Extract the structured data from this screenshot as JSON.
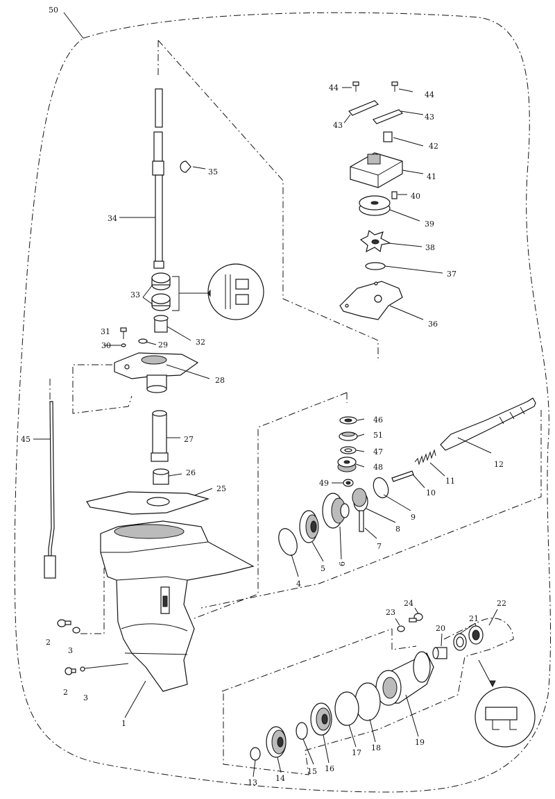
{
  "diagram": {
    "type": "exploded-parts-diagram",
    "callouts": [
      {
        "id": "c50",
        "label": "50"
      },
      {
        "id": "c44a",
        "label": "44"
      },
      {
        "id": "c44b",
        "label": "44"
      },
      {
        "id": "c43a",
        "label": "43"
      },
      {
        "id": "c43b",
        "label": "43"
      },
      {
        "id": "c42",
        "label": "42"
      },
      {
        "id": "c41",
        "label": "41"
      },
      {
        "id": "c40",
        "label": "40"
      },
      {
        "id": "c39",
        "label": "39"
      },
      {
        "id": "c38",
        "label": "38"
      },
      {
        "id": "c37",
        "label": "37"
      },
      {
        "id": "c36",
        "label": "36"
      },
      {
        "id": "c35",
        "label": "35"
      },
      {
        "id": "c34",
        "label": "34"
      },
      {
        "id": "c33",
        "label": "33"
      },
      {
        "id": "c32",
        "label": "32"
      },
      {
        "id": "c31",
        "label": "31"
      },
      {
        "id": "c30",
        "label": "30"
      },
      {
        "id": "c29",
        "label": "29"
      },
      {
        "id": "c28",
        "label": "28"
      },
      {
        "id": "c27",
        "label": "27"
      },
      {
        "id": "c26",
        "label": "26"
      },
      {
        "id": "c25",
        "label": "25"
      },
      {
        "id": "c45",
        "label": "45"
      },
      {
        "id": "c46",
        "label": "46"
      },
      {
        "id": "c51",
        "label": "51"
      },
      {
        "id": "c47",
        "label": "47"
      },
      {
        "id": "c48",
        "label": "48"
      },
      {
        "id": "c49",
        "label": "49"
      },
      {
        "id": "c12",
        "label": "12"
      },
      {
        "id": "c11",
        "label": "11"
      },
      {
        "id": "c10",
        "label": "10"
      },
      {
        "id": "c9",
        "label": "9"
      },
      {
        "id": "c8",
        "label": "8"
      },
      {
        "id": "c7",
        "label": "7"
      },
      {
        "id": "c6",
        "label": "6"
      },
      {
        "id": "c5",
        "label": "5"
      },
      {
        "id": "c4",
        "label": "4"
      },
      {
        "id": "c2a",
        "label": "2"
      },
      {
        "id": "c3a",
        "label": "3"
      },
      {
        "id": "c2b",
        "label": "2"
      },
      {
        "id": "c3b",
        "label": "3"
      },
      {
        "id": "c1",
        "label": "1"
      },
      {
        "id": "c24",
        "label": "24"
      },
      {
        "id": "c23",
        "label": "23"
      },
      {
        "id": "c22",
        "label": "22"
      },
      {
        "id": "c21",
        "label": "21"
      },
      {
        "id": "c20",
        "label": "20"
      },
      {
        "id": "c19",
        "label": "19"
      },
      {
        "id": "c18",
        "label": "18"
      },
      {
        "id": "c17",
        "label": "17"
      },
      {
        "id": "c16",
        "label": "16"
      },
      {
        "id": "c15",
        "label": "15"
      },
      {
        "id": "c14",
        "label": "14"
      },
      {
        "id": "c13",
        "label": "13"
      }
    ]
  }
}
